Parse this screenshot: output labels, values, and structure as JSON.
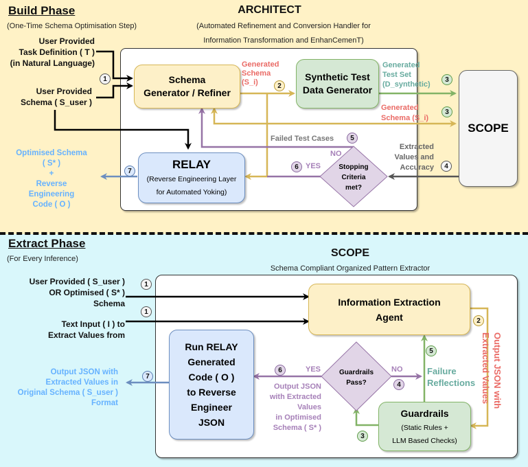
{
  "build_phase": {
    "title": "Build Phase",
    "subtitle": "(One-Time Schema Optimisation Step)",
    "architect": {
      "title": "ARCHITECT",
      "subtitle_line1": "(Automated Refinement and Conversion Handler for",
      "subtitle_line2": "Information Transformation and EnhanCemenT)"
    },
    "inputs": {
      "task_line1": "User Provided",
      "task_line2": "Task Definition ( T )",
      "task_line3": "(in Natural Language)",
      "schema_line1": "User Provided",
      "schema_line2": "Schema ( S_user )"
    },
    "nodes": {
      "schema_generator_line1": "Schema",
      "schema_generator_line2": "Generator / Refiner",
      "synthetic_line1": "Synthetic Test",
      "synthetic_line2": "Data Generator",
      "scope": "SCOPE",
      "relay_title": "RELAY",
      "relay_sub1": "(Reverse Engineering Layer",
      "relay_sub2": "for Automated Yoking)",
      "stopping_line1": "Stopping",
      "stopping_line2": "Criteria",
      "stopping_line3": "met?"
    },
    "edge_labels": {
      "gen_schema_1_line1": "Generated",
      "gen_schema_1_line2": "Schema",
      "gen_schema_1_line3": "(S_i)",
      "gen_test_set_line1": "Generated",
      "gen_test_set_line2": "Test Set",
      "gen_test_set_line3": "(D_synthetic)",
      "gen_schema_2_line1": "Generated",
      "gen_schema_2_line2": "Schema (S_i)",
      "failed_test_cases": "Failed Test Cases",
      "no": "NO",
      "yes": "YES",
      "extracted_line1": "Extracted",
      "extracted_line2": "Values and",
      "extracted_line3": "Accuracy"
    },
    "output": {
      "line1": "Optimised Schema",
      "line2": "( S* )",
      "line3": "+",
      "line4": "Reverse",
      "line5": "Engineering",
      "line6": "Code ( O )"
    },
    "badges": [
      "1",
      "2",
      "3",
      "3",
      "4",
      "5",
      "6",
      "7"
    ]
  },
  "extract_phase": {
    "title": "Extract Phase",
    "subtitle": "(For Every Inference)",
    "scope": {
      "title": "SCOPE",
      "subtitle": "Schema Compliant Organized Pattern Extractor"
    },
    "inputs": {
      "schema_line1": "User Provided ( S_user )",
      "schema_line2": "OR Optimised ( S* )",
      "schema_line3": "Schema",
      "text_line1": "Text Input ( I ) to",
      "text_line2": "Extract Values from"
    },
    "nodes": {
      "agent_line1": "Information Extraction",
      "agent_line2": "Agent",
      "guardrails_title": "Guardrails",
      "guardrails_sub1": "(Static Rules +",
      "guardrails_sub2": "LLM Based Checks)",
      "pass_line1": "Guardrails",
      "pass_line2": "Pass?",
      "relay_line1": "Run RELAY",
      "relay_line2": "Generated",
      "relay_line3": "Code ( O )",
      "relay_line4": "to Reverse",
      "relay_line5": "Engineer",
      "relay_line6": "JSON"
    },
    "edge_labels": {
      "output_json_vertical_line1": "Output JSON with",
      "output_json_vertical_line2": "Extracted Values",
      "failure_line1": "Failure",
      "failure_line2": "Reflections",
      "yes": "YES",
      "no": "NO",
      "optimised_line1": "Output JSON",
      "optimised_line2": "with Extracted",
      "optimised_line3": "Values",
      "optimised_line4": "in Optimised",
      "optimised_line5": "Schema ( S* )"
    },
    "output": {
      "line1": "Output JSON with",
      "line2": "Extracted Values in",
      "line3": "Original Schema ( S_user )",
      "line4": "Format"
    },
    "badges": [
      "1",
      "1",
      "2",
      "3",
      "4",
      "5",
      "6",
      "7"
    ]
  },
  "colors": {
    "build_bg": "#fff2c6",
    "extract_bg": "#d9f7fb",
    "red_label": "#ea6b66",
    "teal_label": "#67ab9f",
    "purple_label": "#a680b8",
    "blue_label": "#66b2ff",
    "grey_label": "#666666",
    "yellow_edge": "#d6b656",
    "green_edge": "#82b366",
    "purple_edge": "#9673a6",
    "blue_edge": "#6c8ebf"
  }
}
